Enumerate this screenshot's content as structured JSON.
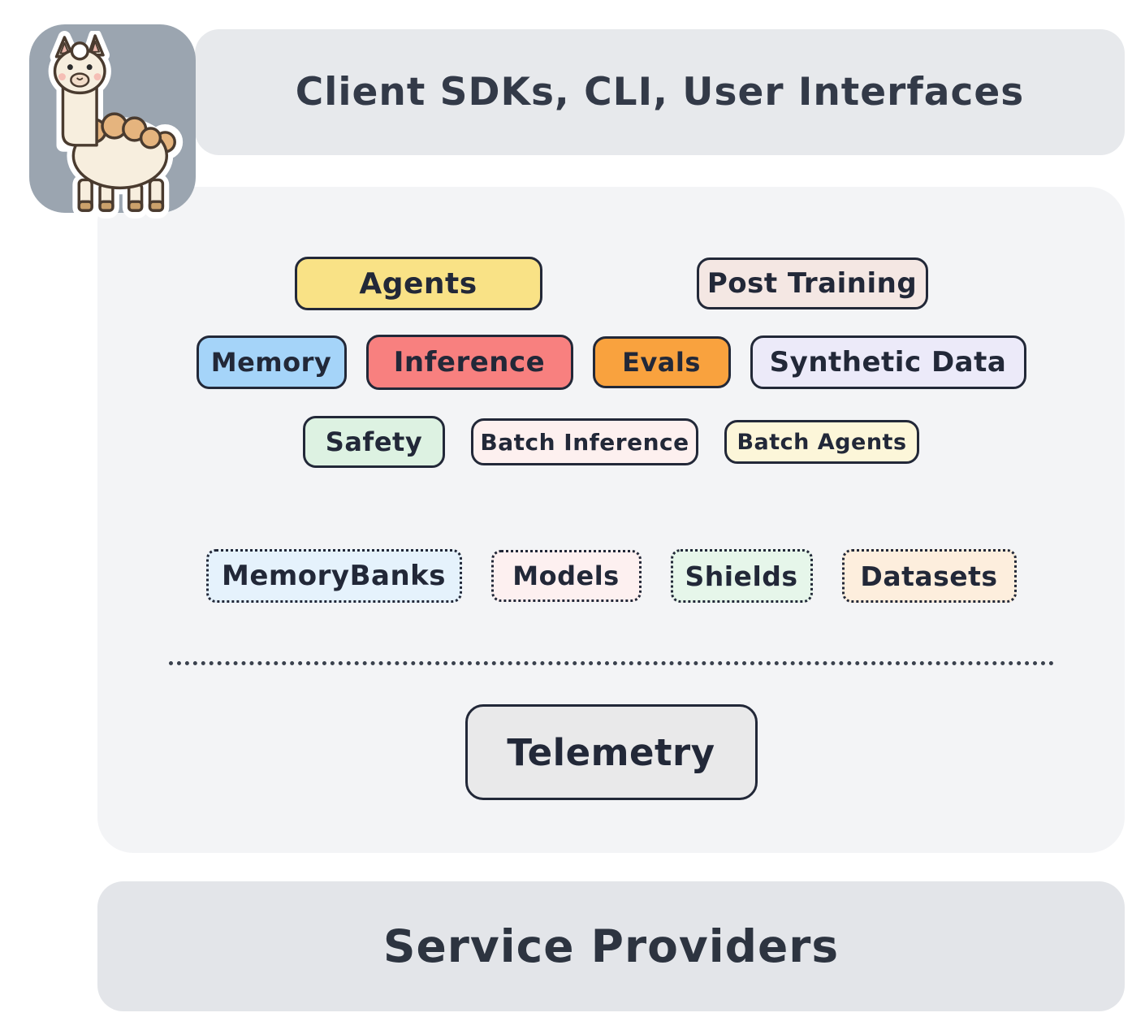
{
  "header": {
    "title": "Client SDKs, CLI, User Interfaces",
    "bg": "#e7e9ec"
  },
  "logo": {
    "tile_bg": "#9ba5b0",
    "icon": "llama-mascot"
  },
  "panel": {
    "bg": "#f3f4f6"
  },
  "apis": {
    "row1": [
      {
        "id": "agents",
        "label": "Agents",
        "bg": "#f9e286"
      },
      {
        "id": "post-training",
        "label": "Post Training",
        "bg": "#f4e7e3"
      }
    ],
    "row2": [
      {
        "id": "memory",
        "label": "Memory",
        "bg": "#a5d4f9"
      },
      {
        "id": "inference",
        "label": "Inference",
        "bg": "#f8807f"
      },
      {
        "id": "evals",
        "label": "Evals",
        "bg": "#f9a23e"
      },
      {
        "id": "synthetic-data",
        "label": "Synthetic Data",
        "bg": "#eceaf9"
      }
    ],
    "row3": [
      {
        "id": "safety",
        "label": "Safety",
        "bg": "#ddf2e2"
      },
      {
        "id": "batch-inference",
        "label": "Batch Inference",
        "bg": "#fdf0ef"
      },
      {
        "id": "batch-agents",
        "label": "Batch Agents",
        "bg": "#fcf6d9"
      }
    ],
    "resources": [
      {
        "id": "memorybanks",
        "label": "MemoryBanks",
        "bg": "#e5f2fc"
      },
      {
        "id": "models",
        "label": "Models",
        "bg": "#fdf0f0"
      },
      {
        "id": "shields",
        "label": "Shields",
        "bg": "#e6f6ea"
      },
      {
        "id": "datasets",
        "label": "Datasets",
        "bg": "#fdeedd"
      }
    ],
    "telemetry": {
      "label": "Telemetry",
      "bg": "#e9e9ea"
    }
  },
  "footer": {
    "title": "Service Providers",
    "bg": "#e3e5e9"
  }
}
